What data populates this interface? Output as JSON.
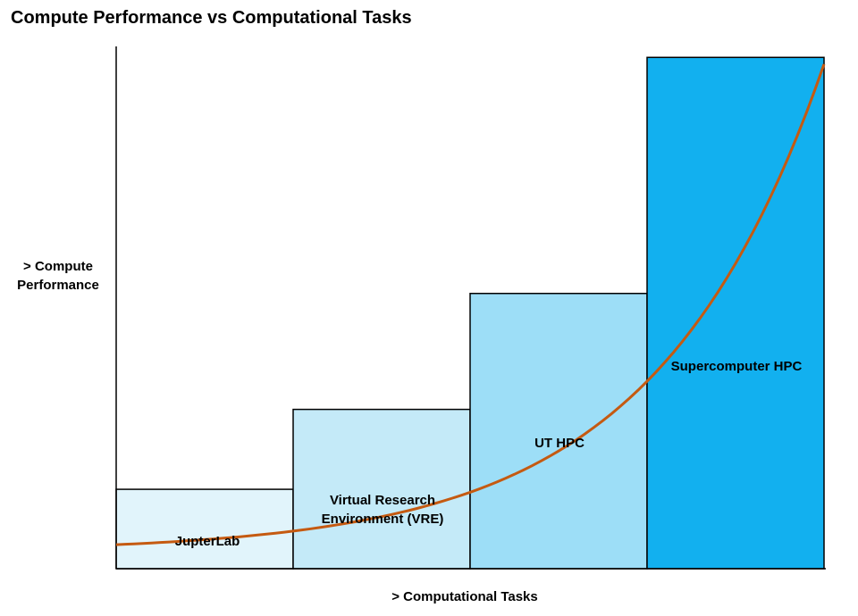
{
  "title": "Compute Performance vs Computational Tasks",
  "y_axis_label": "> Compute Performance",
  "x_axis_label": "> Computational Tasks",
  "tiers": [
    {
      "label": "JupterLab",
      "level": 15.2,
      "color": "#e1f4fb"
    },
    {
      "label": "Virtual Research Environment (VRE)",
      "level": 30.5,
      "color": "#c4eaf8"
    },
    {
      "label": "UT HPC",
      "level": 52.7,
      "color": "#9ddef7"
    },
    {
      "label": "Supercomputer HPC",
      "level": 97.9,
      "color": "#12b0ef"
    }
  ],
  "trend_curve": {
    "color": "#c55a11",
    "shape": "exponential",
    "start_level": 4.6,
    "end_level": 96.6
  },
  "colors": {
    "outline": "#000000"
  }
}
